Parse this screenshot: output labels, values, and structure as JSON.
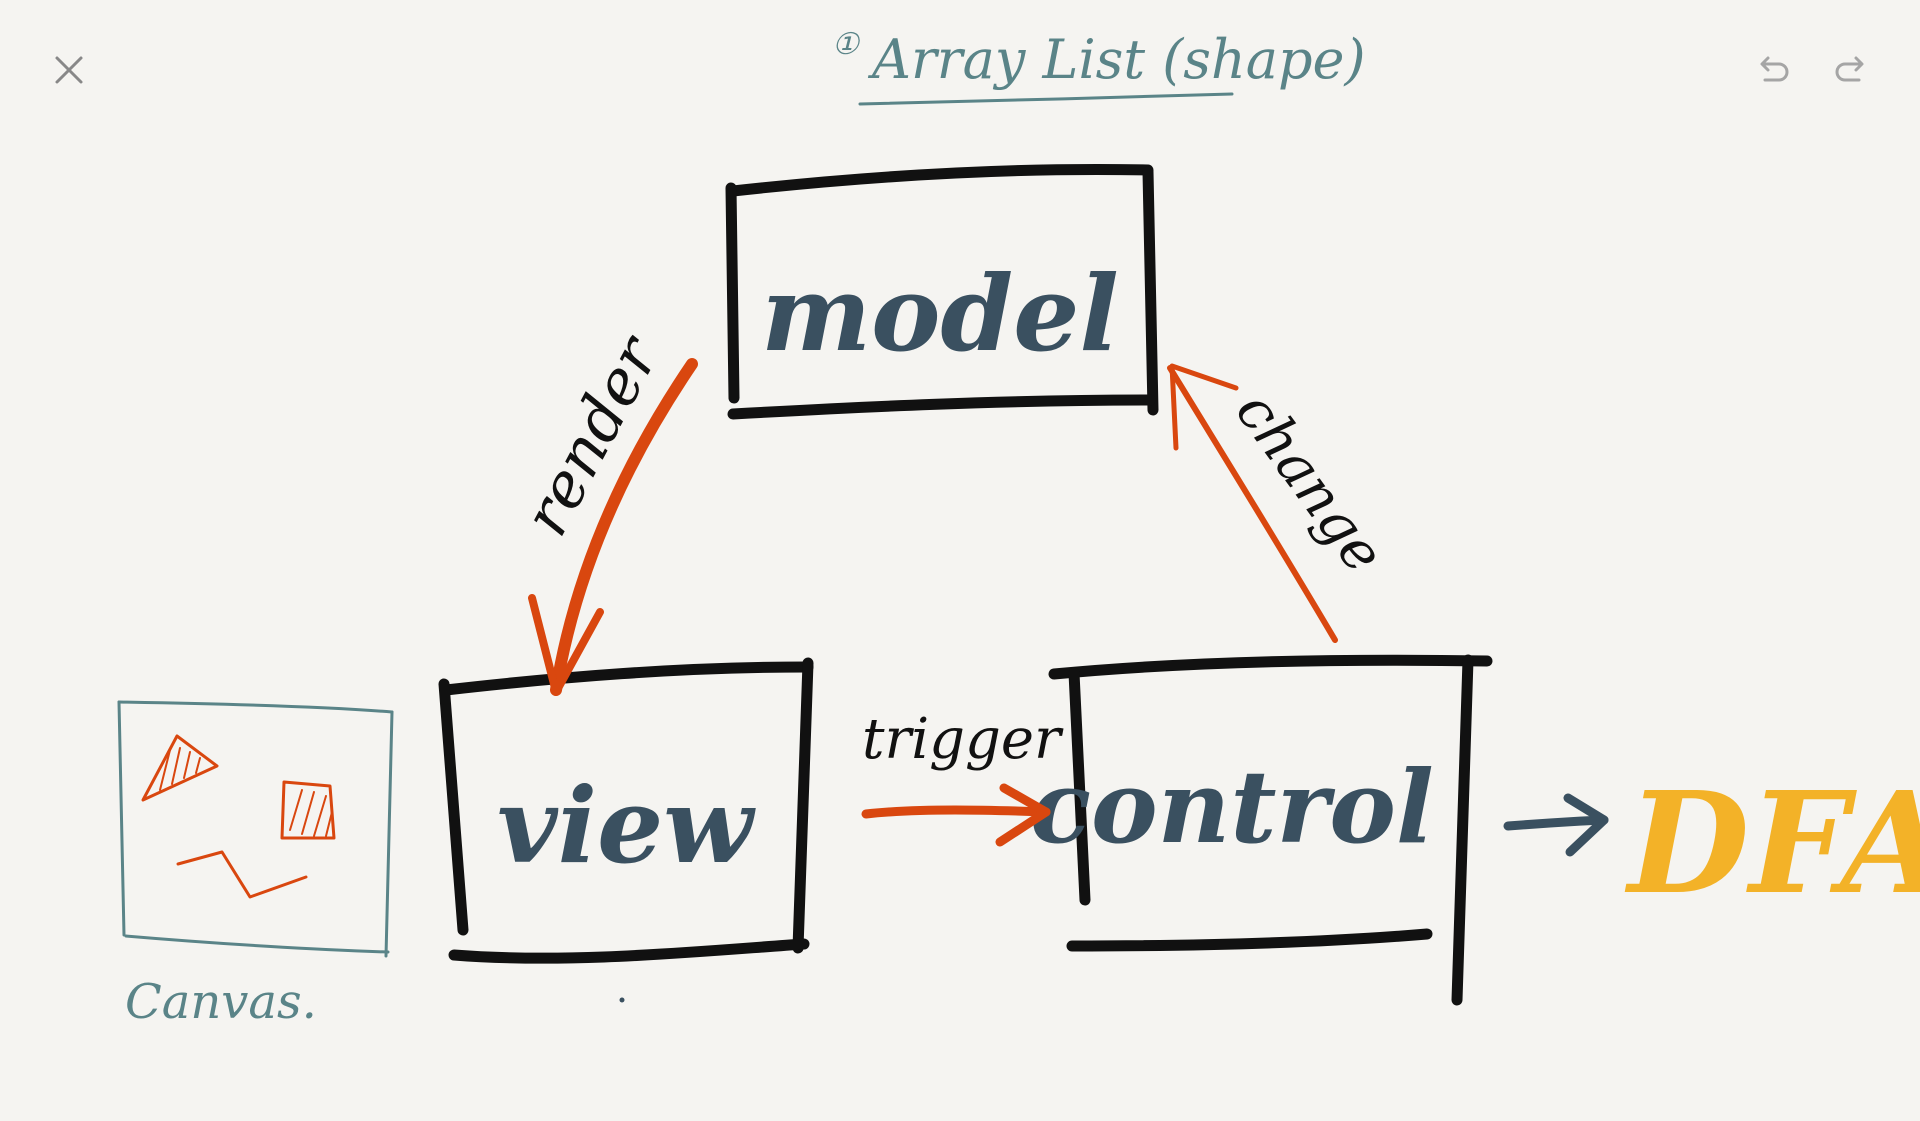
{
  "toolbar": {
    "close_icon": "close-icon",
    "undo_icon": "undo-icon",
    "redo_icon": "redo-icon"
  },
  "title": {
    "number": "①",
    "text": "Array List (shape)"
  },
  "boxes": {
    "model": "model",
    "view": "view",
    "control": "control"
  },
  "arrows": {
    "render": "render",
    "change": "change",
    "trigger": "trigger"
  },
  "outputs": {
    "dfa": "DFA",
    "canvas": "Canvas."
  },
  "colors": {
    "ink_black": "#111111",
    "ink_slate": "#3a5060",
    "ink_teal": "#5a8488",
    "accent_orange": "#d9470f",
    "accent_yellow": "#f3b228",
    "background": "#f5f4f1",
    "icon_gray": "#888888"
  }
}
